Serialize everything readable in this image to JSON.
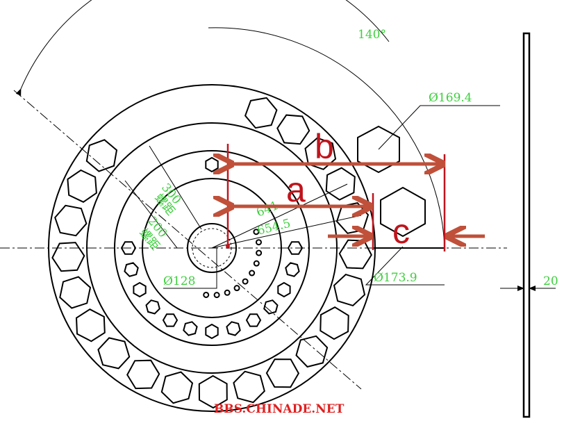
{
  "dimensions": {
    "angle": "140°",
    "dia_169": "Ø169.4",
    "dia_173": "Ø173.9",
    "dia_128": "Ø128",
    "r_641": "641",
    "r_654": "654.5",
    "pitch_300": "300",
    "pitch_200": "200",
    "pitch_label": "螺距",
    "thickness": "20"
  },
  "markers": {
    "a": "a",
    "b": "b",
    "c": "c"
  },
  "watermark": "BBS.CHINADE.NET",
  "colors": {
    "dimension": "#3ecf3e",
    "annotation": "#c0141c",
    "arrow": "#c0503a"
  }
}
